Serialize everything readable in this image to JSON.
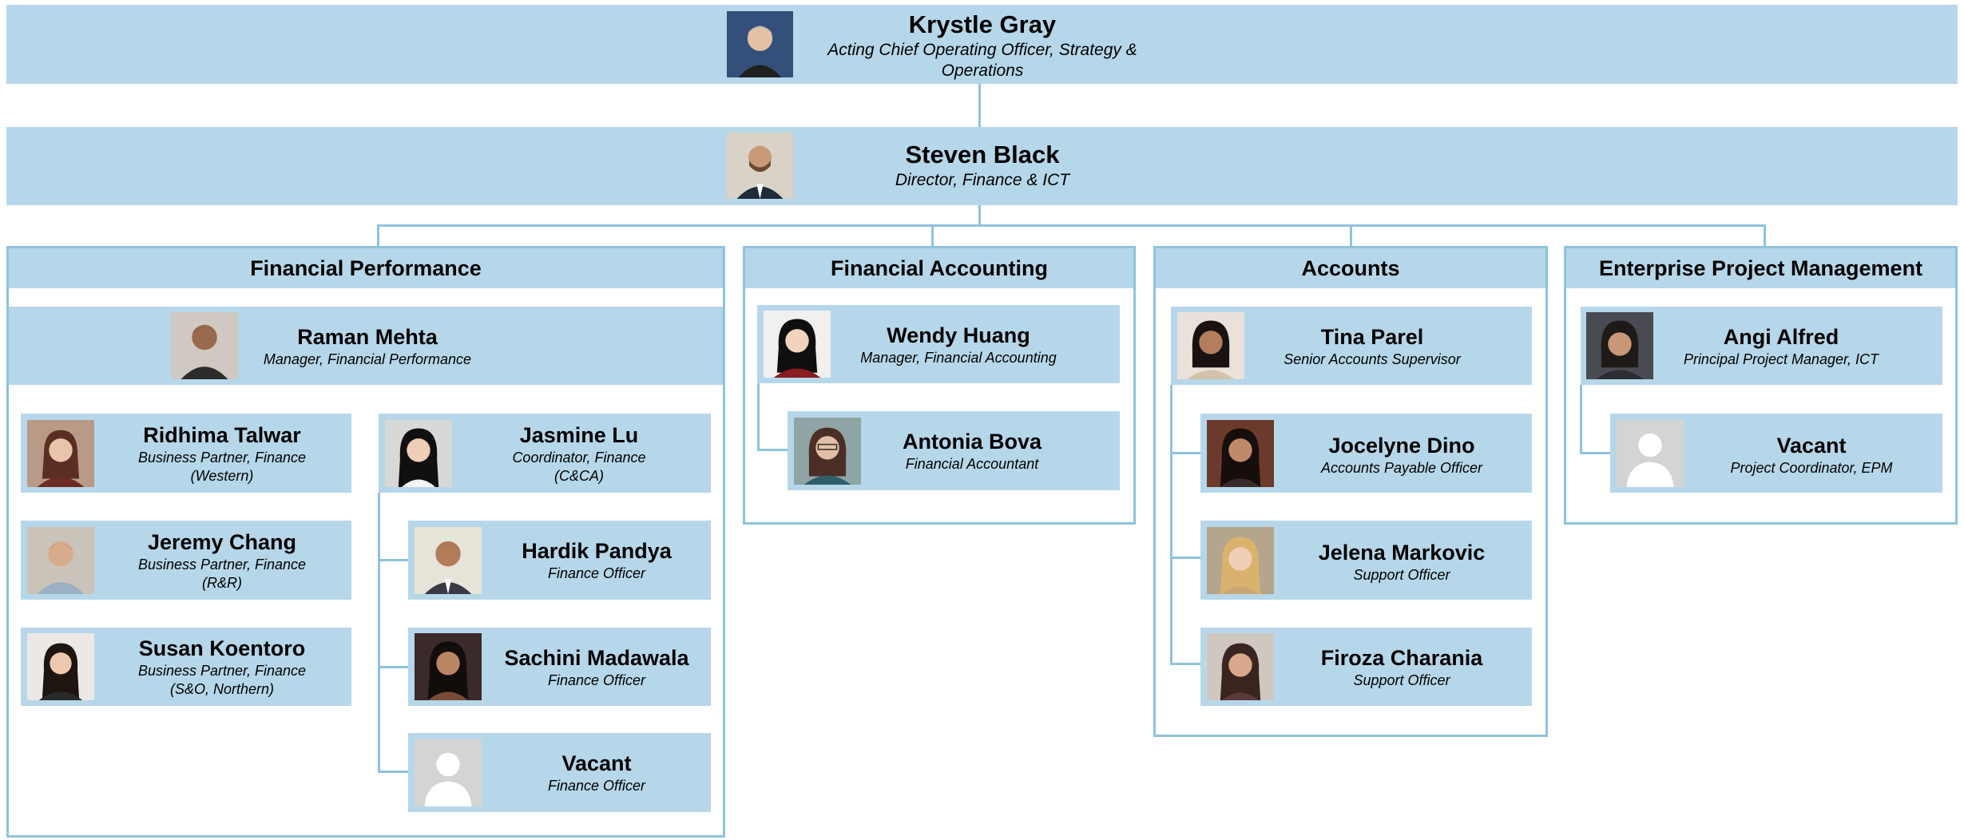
{
  "executive": {
    "name": "Krystle Gray",
    "title": "Acting Chief Operating Officer, Strategy & Operations"
  },
  "director": {
    "name": "Steven Black",
    "title": "Director, Finance & ICT"
  },
  "departments": [
    {
      "name": "Financial Performance"
    },
    {
      "name": "Financial Accounting"
    },
    {
      "name": "Accounts"
    },
    {
      "name": "Enterprise Project Management"
    }
  ],
  "people": {
    "raman": {
      "name": "Raman Mehta",
      "title": "Manager, Financial Performance"
    },
    "ridhima": {
      "name": "Ridhima Talwar",
      "title": "Business Partner, Finance",
      "title2": "(Western)"
    },
    "jeremy": {
      "name": "Jeremy Chang",
      "title": "Business Partner, Finance",
      "title2": "(R&R)"
    },
    "susan": {
      "name": "Susan Koentoro",
      "title": "Business Partner, Finance",
      "title2": "(S&O, Northern)"
    },
    "jasmine": {
      "name": "Jasmine Lu",
      "title": "Coordinator, Finance",
      "title2": "(C&CA)"
    },
    "hardik": {
      "name": "Hardik Pandya",
      "title": "Finance Officer"
    },
    "sachini": {
      "name": "Sachini Madawala",
      "title": "Finance Officer"
    },
    "vacant1": {
      "name": "Vacant",
      "title": "Finance Officer"
    },
    "wendy": {
      "name": "Wendy Huang",
      "title": "Manager, Financial Accounting"
    },
    "antonia": {
      "name": "Antonia Bova",
      "title": "Financial Accountant"
    },
    "tina": {
      "name": "Tina Parel",
      "title": "Senior Accounts Supervisor"
    },
    "jocelyne": {
      "name": "Jocelyne Dino",
      "title": "Accounts Payable Officer"
    },
    "jelena": {
      "name": "Jelena Markovic",
      "title": "Support Officer"
    },
    "firoza": {
      "name": "Firoza Charania",
      "title": "Support Officer"
    },
    "angi": {
      "name": "Angi Alfred",
      "title": "Principal Project Manager, ICT"
    },
    "vacant2": {
      "name": "Vacant",
      "title": "Project Coordinator, EPM"
    }
  },
  "colors": {
    "box": "#b6d7e9",
    "line": "#8fc3dc"
  },
  "icons": {
    "photo": "person-photo-icon",
    "vacant": "vacant-avatar-icon"
  }
}
